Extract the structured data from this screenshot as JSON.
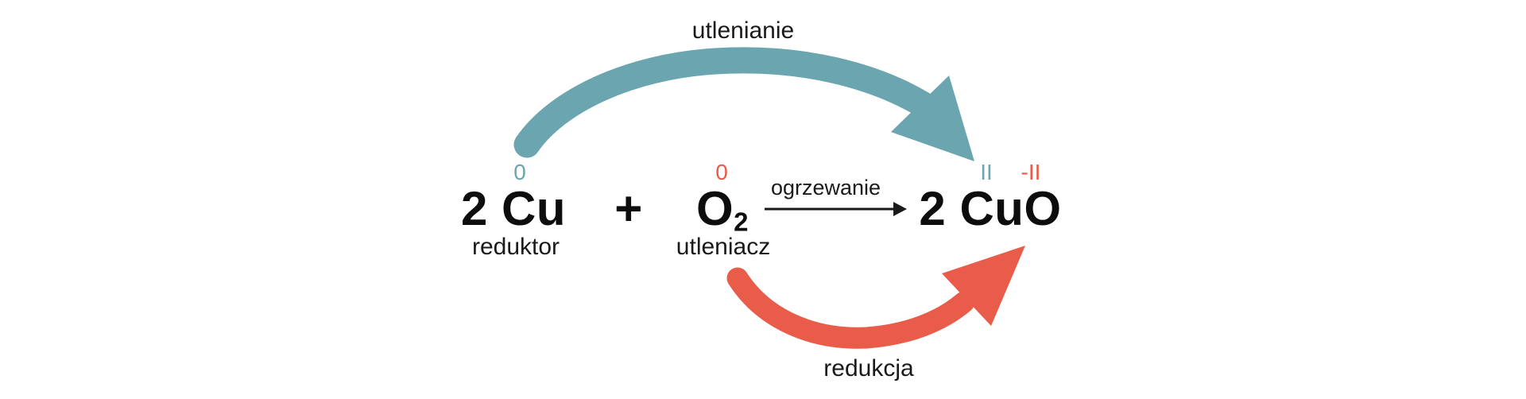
{
  "colors": {
    "teal": "#6BA5AF",
    "red": "#E85C49",
    "ink": "#1A1A1A",
    "background": "#FFFFFF"
  },
  "diagram": {
    "oxidation_arc": {
      "label": "utlenianie"
    },
    "reduction_arc": {
      "label": "redukcja"
    },
    "equation": {
      "reactant_cu": {
        "text": "2 Cu",
        "oxidation_state": "0",
        "role": "reduktor"
      },
      "plus_sign": "+",
      "reactant_o2": {
        "symbol": "O",
        "subscript": "2",
        "oxidation_state": "0",
        "role": "utleniacz"
      },
      "condition": {
        "label": "ogrzewanie"
      },
      "product_cuo": {
        "text": "2 CuO",
        "cu_oxidation_state": "II",
        "o_oxidation_state": "-II"
      }
    }
  }
}
